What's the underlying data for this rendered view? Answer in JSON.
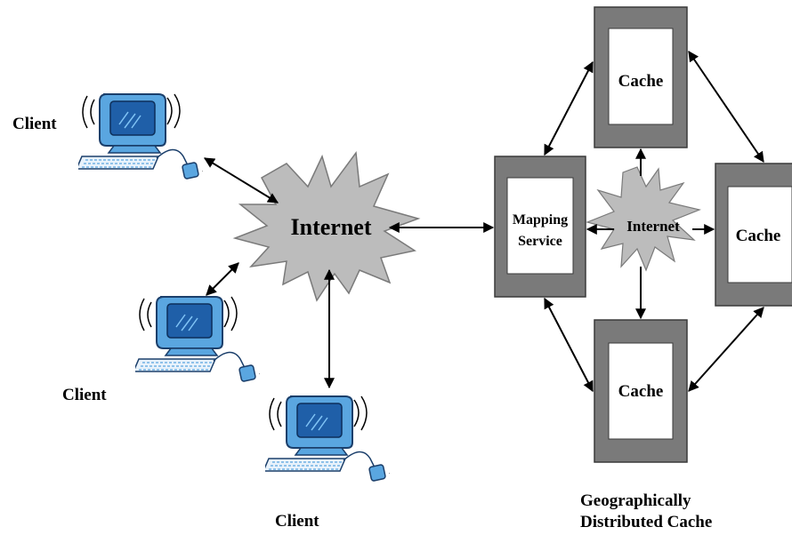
{
  "clients": [
    {
      "label": "Client"
    },
    {
      "label": "Client"
    },
    {
      "label": "Client"
    }
  ],
  "internet_cloud": {
    "label": "Internet"
  },
  "inner_internet": {
    "label": "Internet"
  },
  "mapping_service": {
    "line1": "Mapping",
    "line2": "Service"
  },
  "caches": [
    {
      "label": "Cache"
    },
    {
      "label": "Cache"
    },
    {
      "label": "Cache"
    }
  ],
  "group_caption": {
    "line1": "Geographically",
    "line2": "Distributed Cache"
  },
  "colors": {
    "cloud_fill": "#bcbcbc",
    "frame_fill": "#7a7a7a",
    "panel_fill": "#ffffff",
    "monitor_blue": "#5aa6e0",
    "screen_blue": "#1f5fa8",
    "arrow": "#000000"
  }
}
